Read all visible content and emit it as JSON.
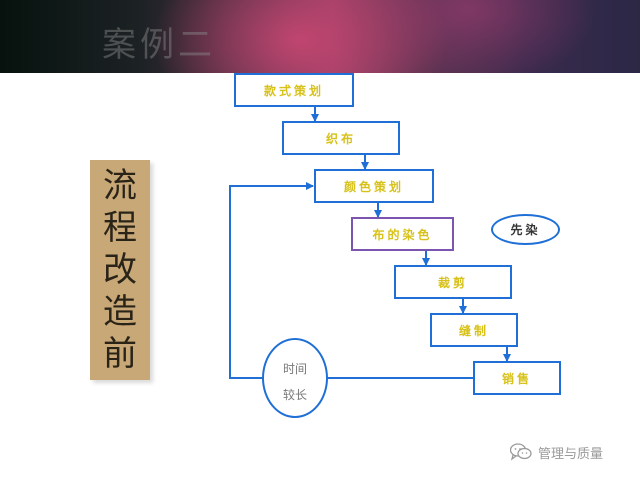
{
  "banner": {
    "title": "案例二"
  },
  "side_title": {
    "chars": [
      "流",
      "程",
      "改",
      "造",
      "前"
    ]
  },
  "flow": {
    "steps": [
      "款式策划",
      "织布",
      "颜色策划",
      "布的染色",
      "裁剪",
      "缝制",
      "销售"
    ],
    "note": "先染",
    "time_label": [
      "时间",
      "较长"
    ]
  },
  "colors": {
    "box_border": "#1f6fd6",
    "box_text": "#d8c21a",
    "dye_border": "#7b55b0",
    "side_bg": "#c9a877"
  },
  "watermark": {
    "text": "管理与质量",
    "icon": "wechat-icon"
  }
}
